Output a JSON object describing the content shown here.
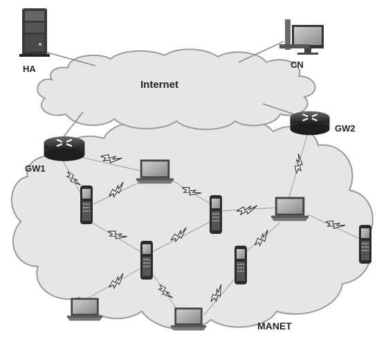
{
  "labels": {
    "ha": "HA",
    "cn": "CN",
    "internet": "Internet",
    "gw1": "GW1",
    "gw2": "GW2",
    "manet": "MANET"
  },
  "icons": {
    "server": "server-icon",
    "desktop": "desktop-computer-icon",
    "router": "router-icon",
    "laptop": "laptop-icon",
    "phone": "mobile-phone-icon",
    "wireless": "lightning-link-icon"
  },
  "colors": {
    "cloud_fill": "#e6e6e6",
    "cloud_stroke": "#9a9a9a",
    "router": "#3a3a3a",
    "line": "#8a8a8a"
  }
}
